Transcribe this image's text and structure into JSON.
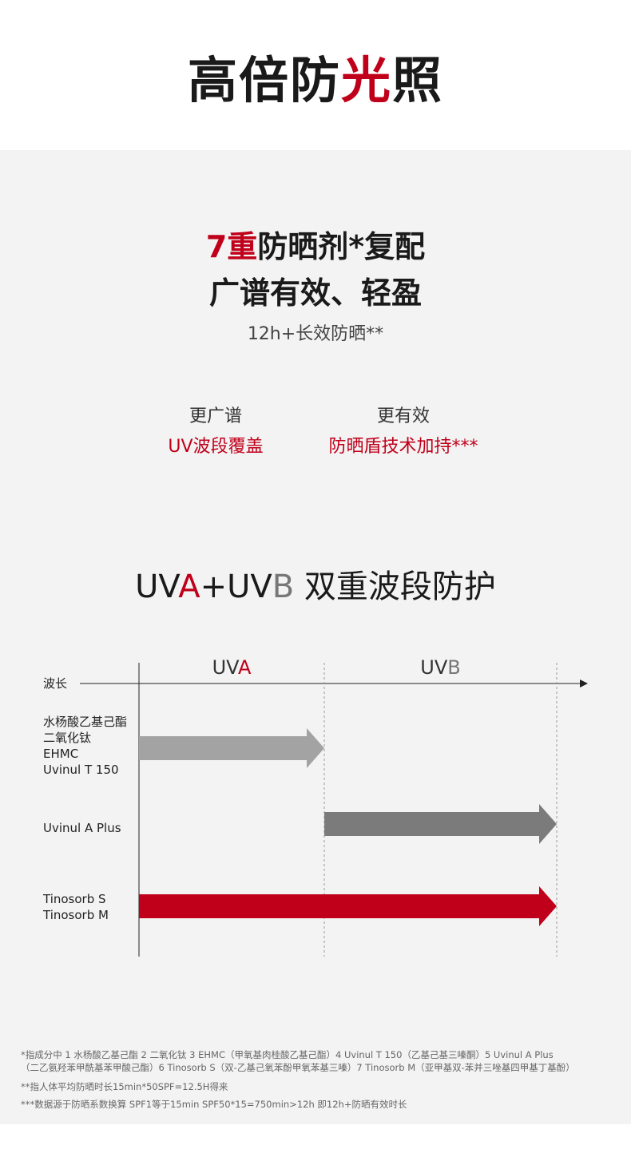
{
  "header": {
    "title_pre": "高倍防",
    "title_red": "光",
    "title_post": "照"
  },
  "intro": {
    "line1_red": "7重",
    "line1_rest": "防晒剂*复配",
    "line2": "广谱有效、轻盈",
    "line3": "12h+长效防晒**"
  },
  "features": [
    {
      "title": "更广谱",
      "sub": "UV波段覆盖"
    },
    {
      "title": "更有效",
      "sub": "防晒盾技术加持***"
    }
  ],
  "uv_section": {
    "title_uv": "UV",
    "title_a": "A",
    "title_plus": "+UV",
    "title_b": "B",
    "title_rest": " 双重波段防护"
  },
  "diagram": {
    "axis_label": "波长",
    "band_uva": {
      "prefix": "UV",
      "letter": "A"
    },
    "band_uvb": {
      "prefix": "UV",
      "letter": "B"
    },
    "rows": [
      {
        "lines": [
          "水杨酸乙基己酯",
          "二氧化钛",
          "EHMC",
          "Uvinul T 150"
        ],
        "coverage": "UVA"
      },
      {
        "lines": [
          "Uvinul A Plus"
        ],
        "coverage": "UVB"
      },
      {
        "lines": [
          "Tinosorb S",
          "Tinosorb M"
        ],
        "coverage": "UVA+UVB"
      }
    ],
    "colors": {
      "row1": "#a3a3a3",
      "row2": "#7b7b7b",
      "row3": "#c0001a"
    }
  },
  "notes": {
    "n1a": "*指成分中 1 水杨酸乙基己酯 2 二氧化钛 3 EHMC（甲氧基肉桂酸乙基己酯）4 Uvinul T 150（乙基己基三嗪酮）5 Uvinul A Plus",
    "n1b": "（二乙氨羟苯甲酰基苯甲酸己酯）6 Tinosorb S（双-乙基己氧苯酚甲氧苯基三嗪）7 Tinosorb M（亚甲基双-苯并三唑基四甲基丁基酚）",
    "n2": "**指人体平均防晒时长15min*50SPF=12.5H得来",
    "n3": "***数据源于防晒系数换算 SPF1等于15min SPF50*15=750min>12h 即12h+防晒有效时长"
  }
}
